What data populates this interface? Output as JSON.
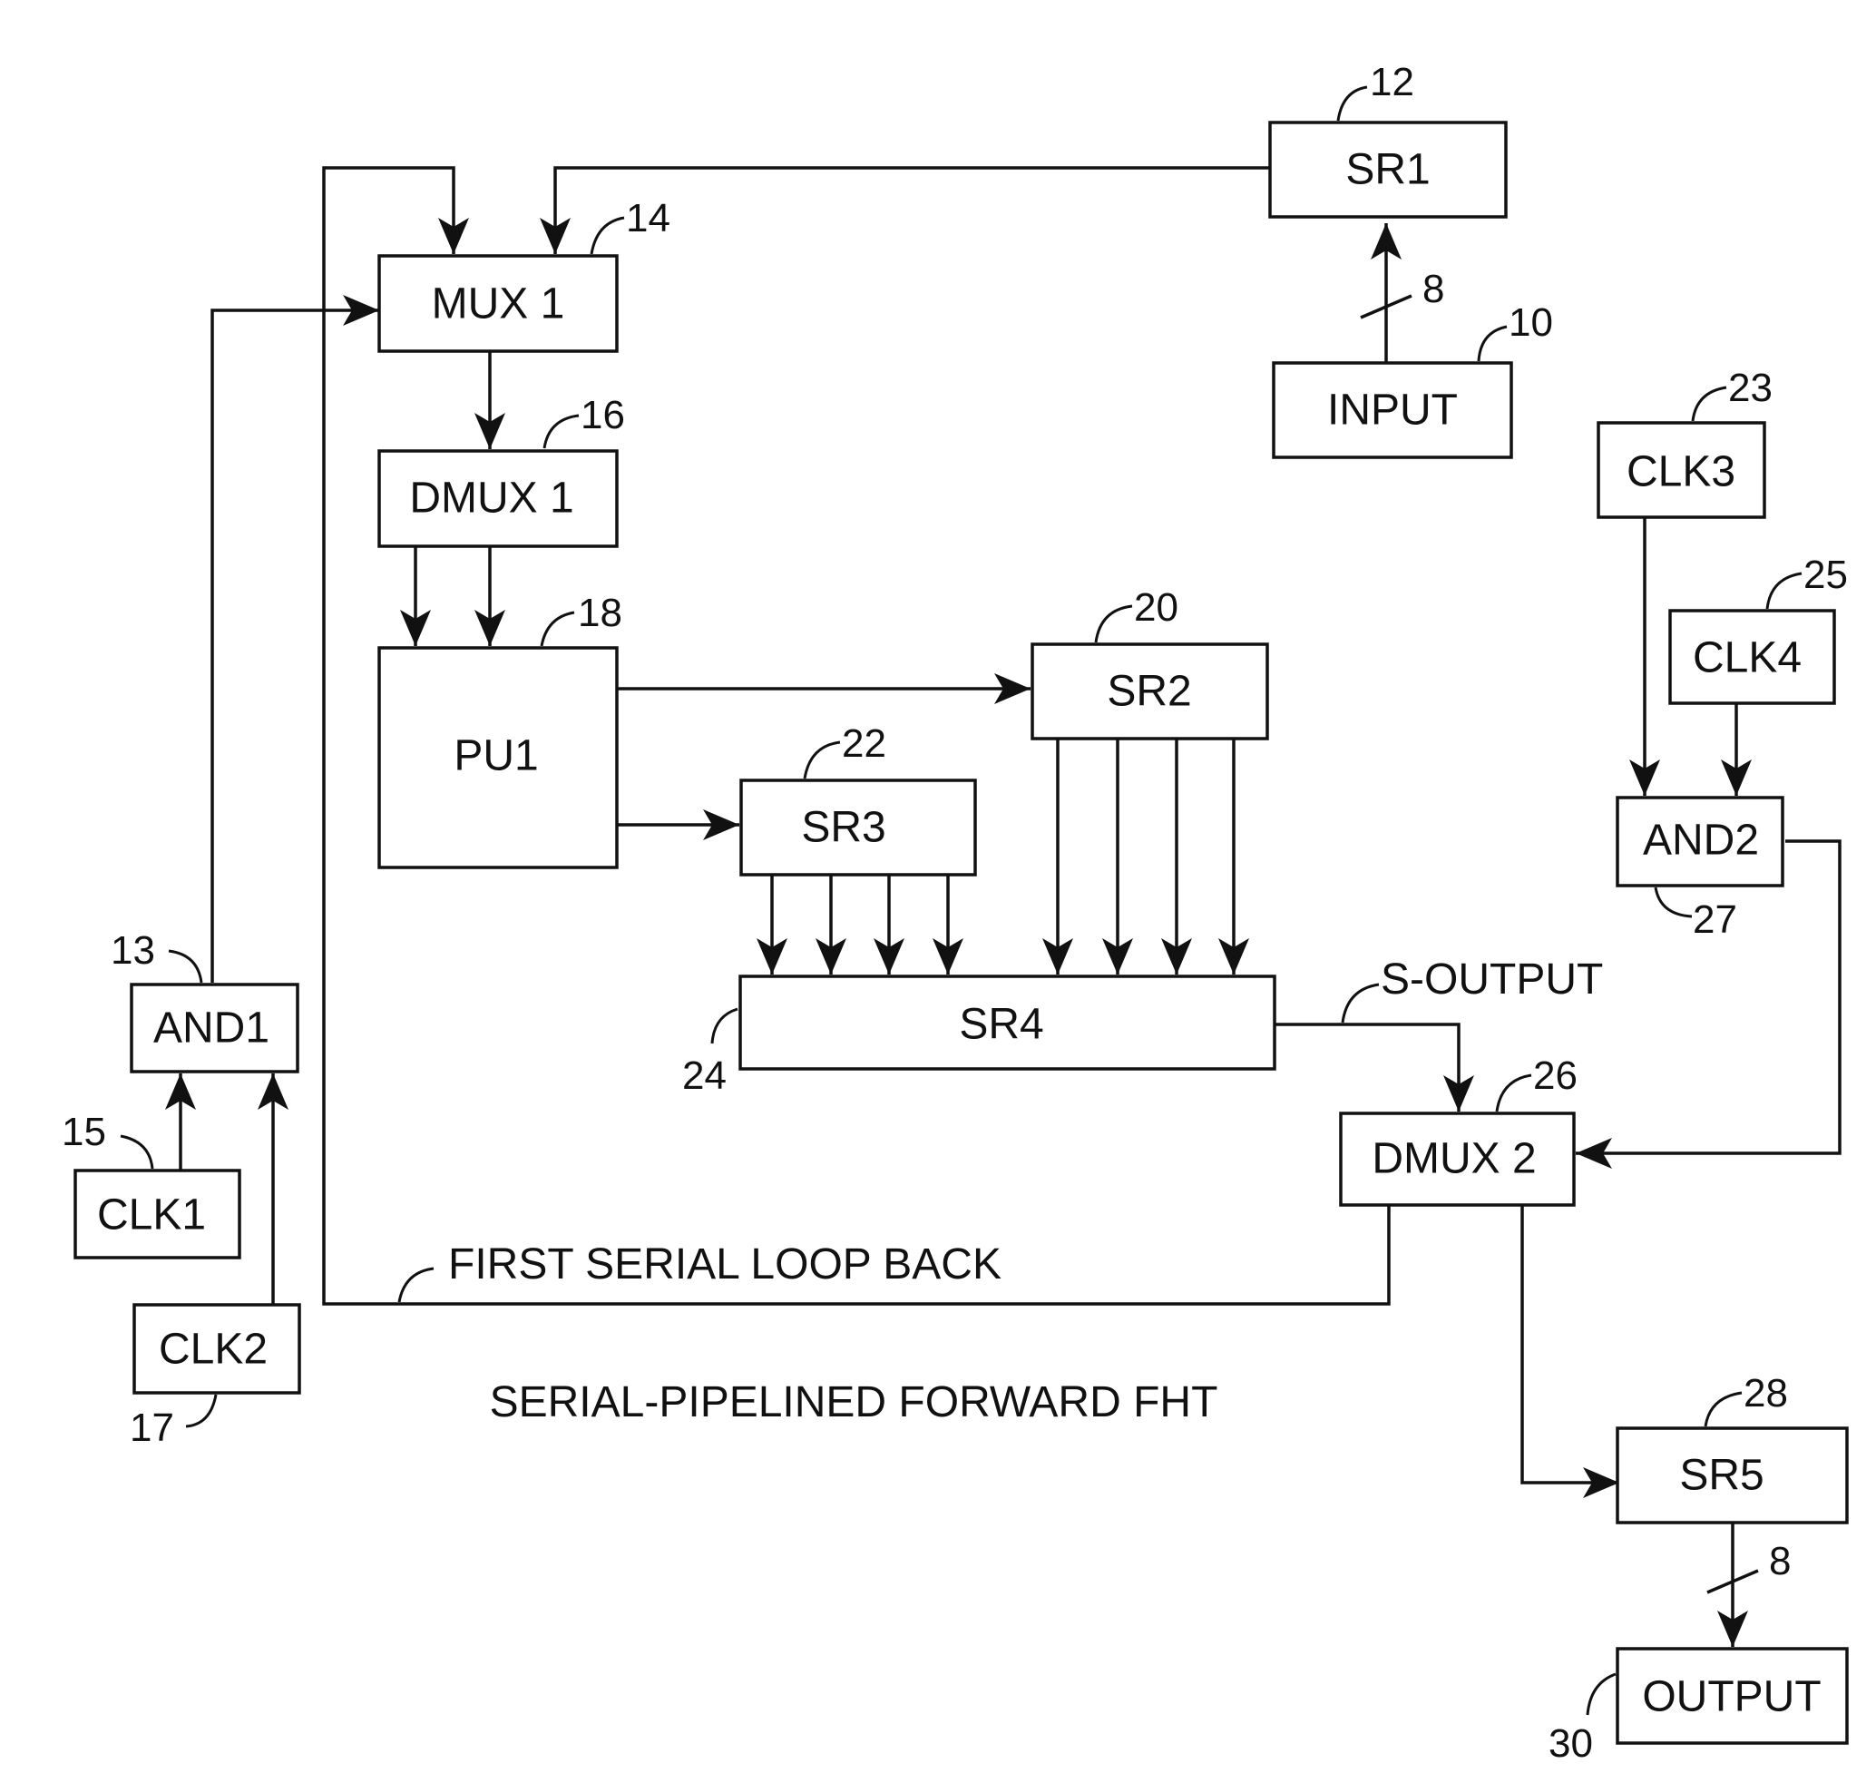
{
  "figure_caption": "SERIAL-PIPELINED FORWARD FHT",
  "blocks": {
    "sr1": {
      "label": "SR1",
      "ref": "12"
    },
    "input": {
      "label": "INPUT",
      "ref": "10"
    },
    "mux1": {
      "label": "MUX 1",
      "ref": "14"
    },
    "dmux1": {
      "label": "DMUX 1",
      "ref": "16"
    },
    "pu1": {
      "label": "PU1",
      "ref": "18"
    },
    "sr2": {
      "label": "SR2",
      "ref": "20"
    },
    "sr3": {
      "label": "SR3",
      "ref": "22"
    },
    "sr4": {
      "label": "SR4",
      "ref": "24"
    },
    "clk3": {
      "label": "CLK3",
      "ref": "23"
    },
    "clk4": {
      "label": "CLK4",
      "ref": "25"
    },
    "and2": {
      "label": "AND2",
      "ref": "27"
    },
    "and1": {
      "label": "AND1",
      "ref": "13"
    },
    "clk1": {
      "label": "CLK1",
      "ref": "15"
    },
    "clk2": {
      "label": "CLK2",
      "ref": "17"
    },
    "dmux2": {
      "label": "DMUX 2",
      "ref": "26"
    },
    "sr5": {
      "label": "SR5",
      "ref": "28"
    },
    "output": {
      "label": "OUTPUT",
      "ref": "30"
    }
  },
  "signals": {
    "bus_width_in": "8",
    "bus_width_out": "8",
    "s_output": "S-OUTPUT",
    "loop_back": "FIRST SERIAL LOOP BACK"
  }
}
